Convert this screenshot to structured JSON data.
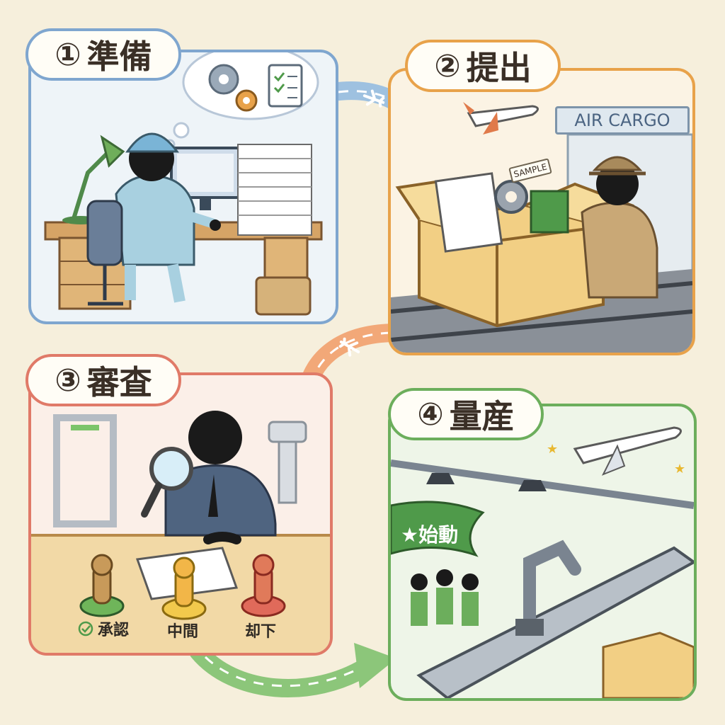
{
  "steps": [
    {
      "number": "①",
      "label": "準備"
    },
    {
      "number": "②",
      "label": "提出"
    },
    {
      "number": "③",
      "label": "審査"
    },
    {
      "number": "④",
      "label": "量産"
    }
  ],
  "panel2": {
    "sign_text": "AIR CARGO",
    "tag_text": "SAMPLE"
  },
  "panel3": {
    "stamps": [
      {
        "label": "承認",
        "color": "#6fb55a"
      },
      {
        "label": "中間",
        "color": "#f2c94c"
      },
      {
        "label": "却下",
        "color": "#e06a5a"
      }
    ]
  },
  "panel4": {
    "flag_text": "★始動"
  },
  "colors": {
    "background": "#f6efdc",
    "panel1": "#7fa6cf",
    "panel2": "#e8a24a",
    "panel3": "#e07a68",
    "panel4": "#6cae5c"
  },
  "icons": [
    "gear-icon",
    "checklist-icon",
    "airplane-icon",
    "magnifier-icon",
    "check-icon",
    "star-icon"
  ]
}
